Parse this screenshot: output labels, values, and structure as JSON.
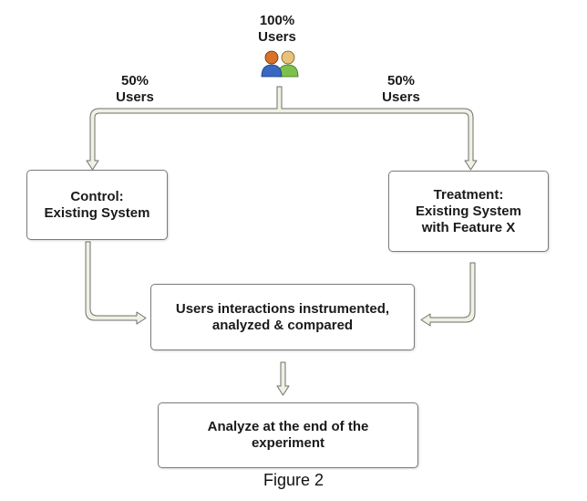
{
  "top_label": "100%\nUsers",
  "split_left_label": "50%\nUsers",
  "split_right_label": "50%\nUsers",
  "nodes": {
    "control": "Control:\nExisting System",
    "treatment": "Treatment:\nExisting System\nwith Feature X",
    "instrumented": "Users interactions instrumented,\nanalyzed & compared",
    "analyze": "Analyze at the end of the\nexperiment"
  },
  "caption": "Figure 2",
  "colors": {
    "arrow_fill": "#eef2e2",
    "arrow_stroke": "#6f6f6f",
    "box_border": "#7a7a7a"
  },
  "icons": [
    "users-icon"
  ]
}
